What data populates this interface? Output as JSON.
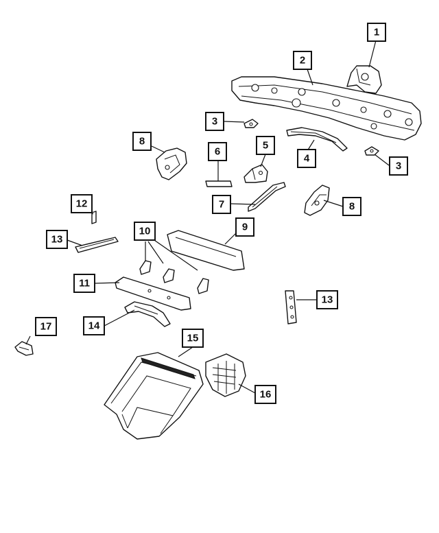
{
  "callouts": {
    "c1": "1",
    "c2": "2",
    "c3a": "3",
    "c3b": "3",
    "c4": "4",
    "c5": "5",
    "c6": "6",
    "c7": "7",
    "c8a": "8",
    "c8b": "8",
    "c9": "9",
    "c10": "10",
    "c11": "11",
    "c12": "12",
    "c13a": "13",
    "c13b": "13",
    "c14": "14",
    "c15": "15",
    "c16": "16",
    "c17": "17"
  }
}
